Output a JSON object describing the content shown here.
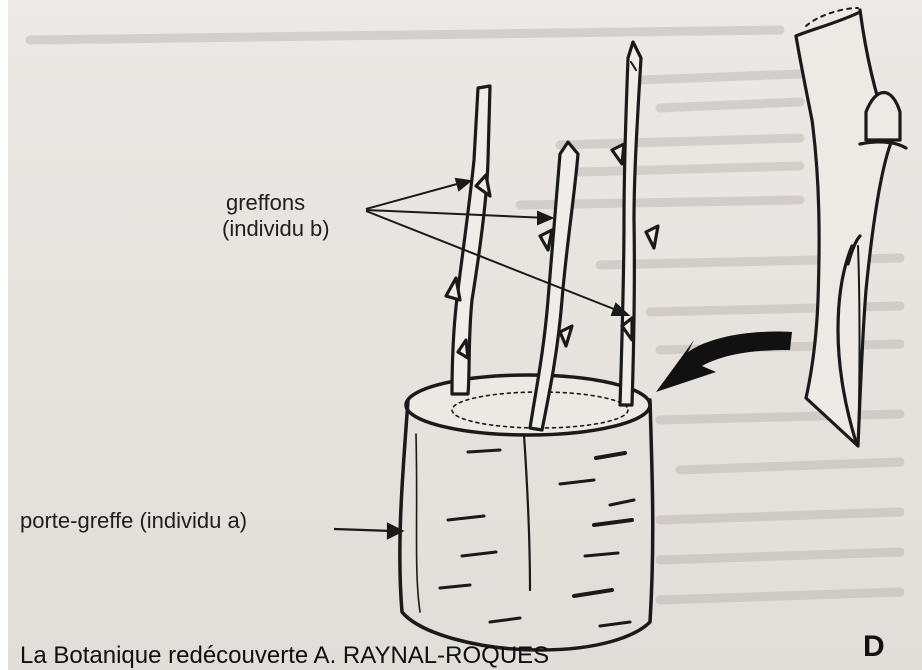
{
  "labels": {
    "scions": "greffons",
    "scions_sub": "(individu b)",
    "rootstock": "porte-greffe (individu a)"
  },
  "caption": "La Botanique redécouverte A. RAYNAL-ROQUES",
  "panel_letter": "D",
  "colors": {
    "ink": "#1e1e1e",
    "paper": "#e7e3df",
    "background_text": "#8f8b88"
  }
}
